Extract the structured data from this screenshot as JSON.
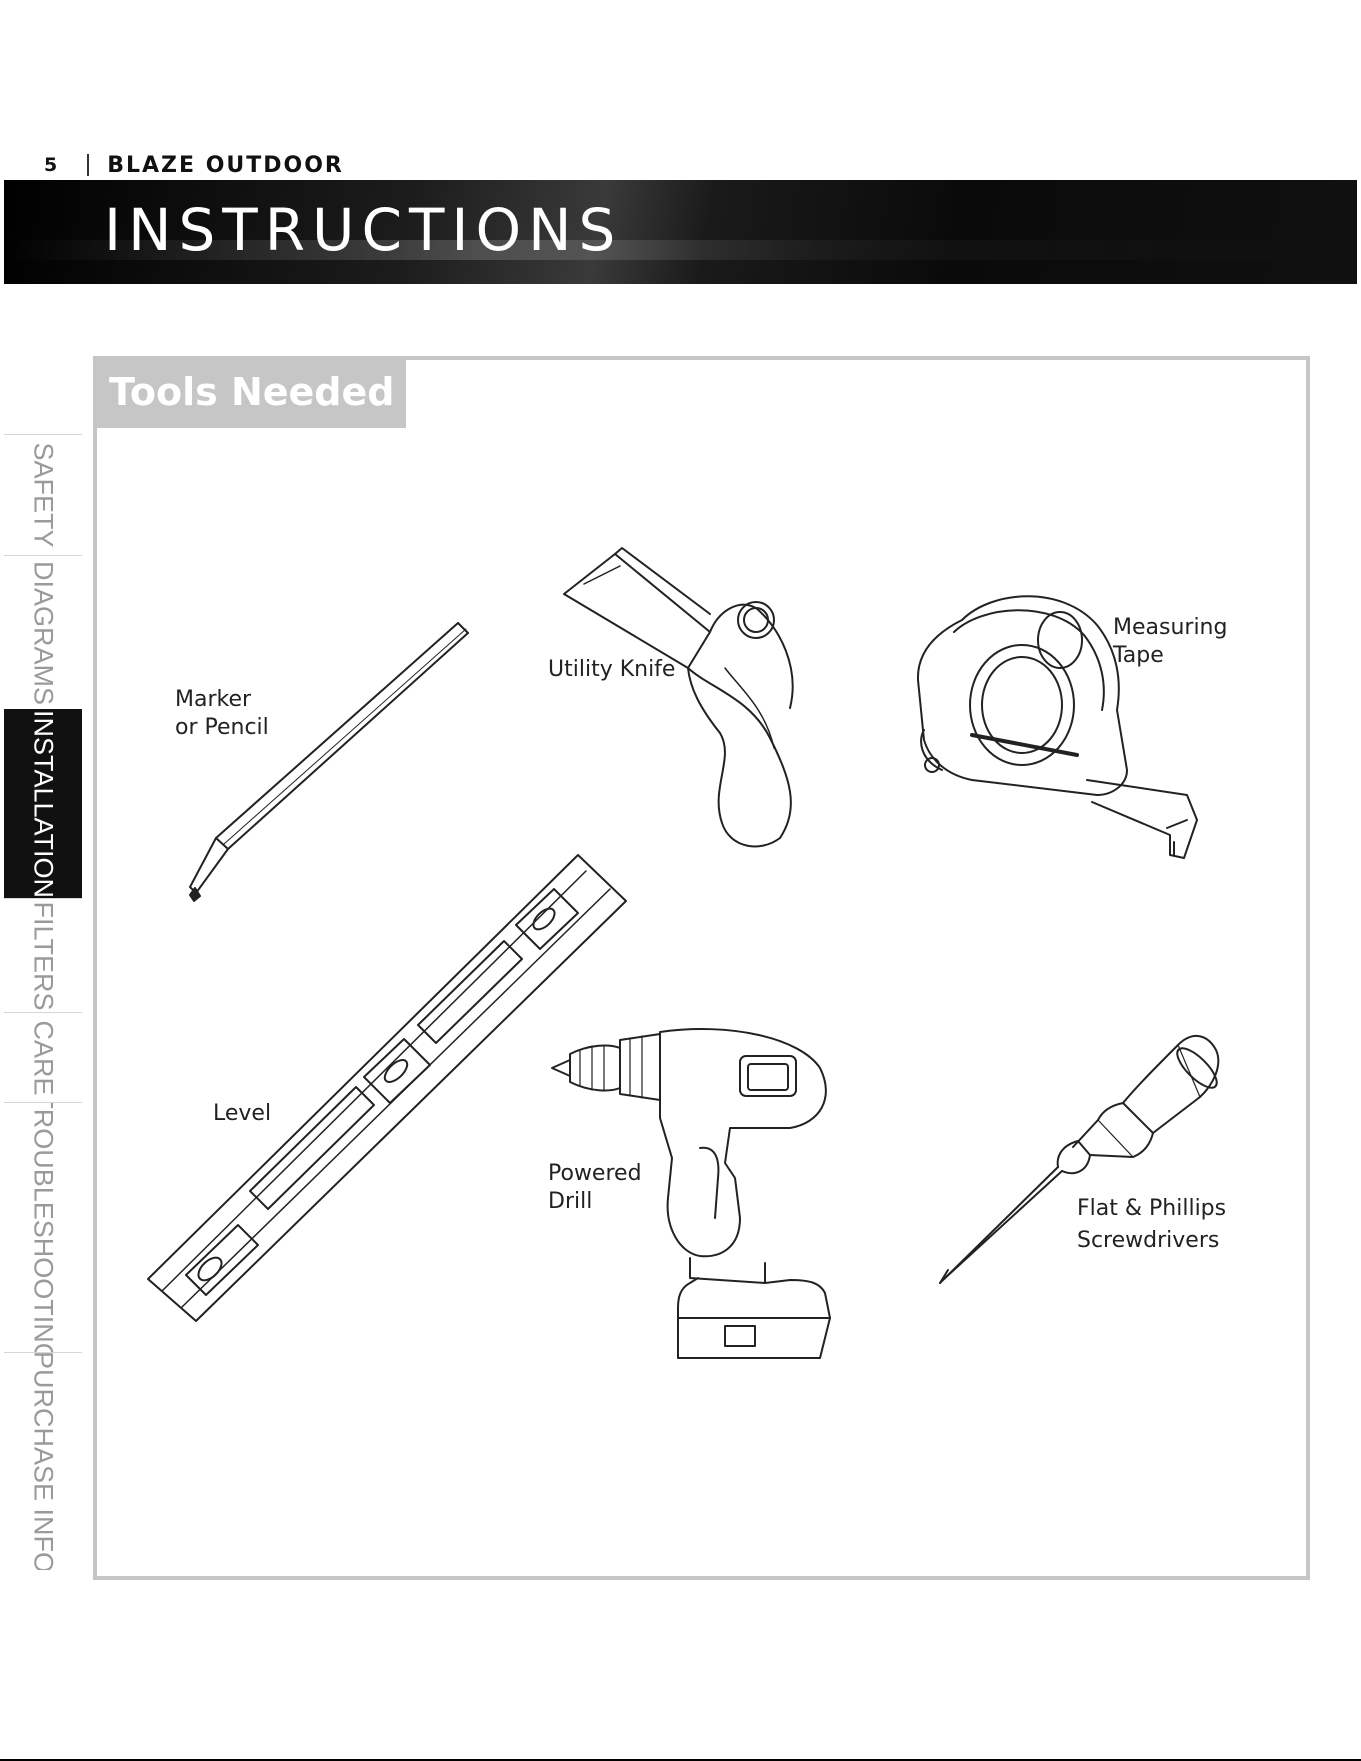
{
  "header": {
    "page_number": "5",
    "brand": "BLAZE OUTDOOR"
  },
  "banner": {
    "title": "INSTRUCTIONS"
  },
  "side_nav": {
    "items": [
      {
        "label": "SAFETY"
      },
      {
        "label": "DIAGRAMS"
      },
      {
        "label": "INSTALLATION",
        "active": true
      },
      {
        "label": "FILTERS"
      },
      {
        "label": "CARE"
      },
      {
        "label": "TROUBLESHOOTING"
      },
      {
        "label": "PURCHASE INFO"
      }
    ]
  },
  "panel": {
    "title": "Tools Needed"
  },
  "tools": {
    "marker": [
      "Marker",
      "or Pencil"
    ],
    "knife": [
      "Utility Knife"
    ],
    "tape": [
      "Measuring",
      "Tape"
    ],
    "level": [
      "Level"
    ],
    "drill": [
      "Powered",
      "Drill"
    ],
    "screwdriver": [
      "Flat & Phillips",
      "Screwdrivers"
    ]
  }
}
